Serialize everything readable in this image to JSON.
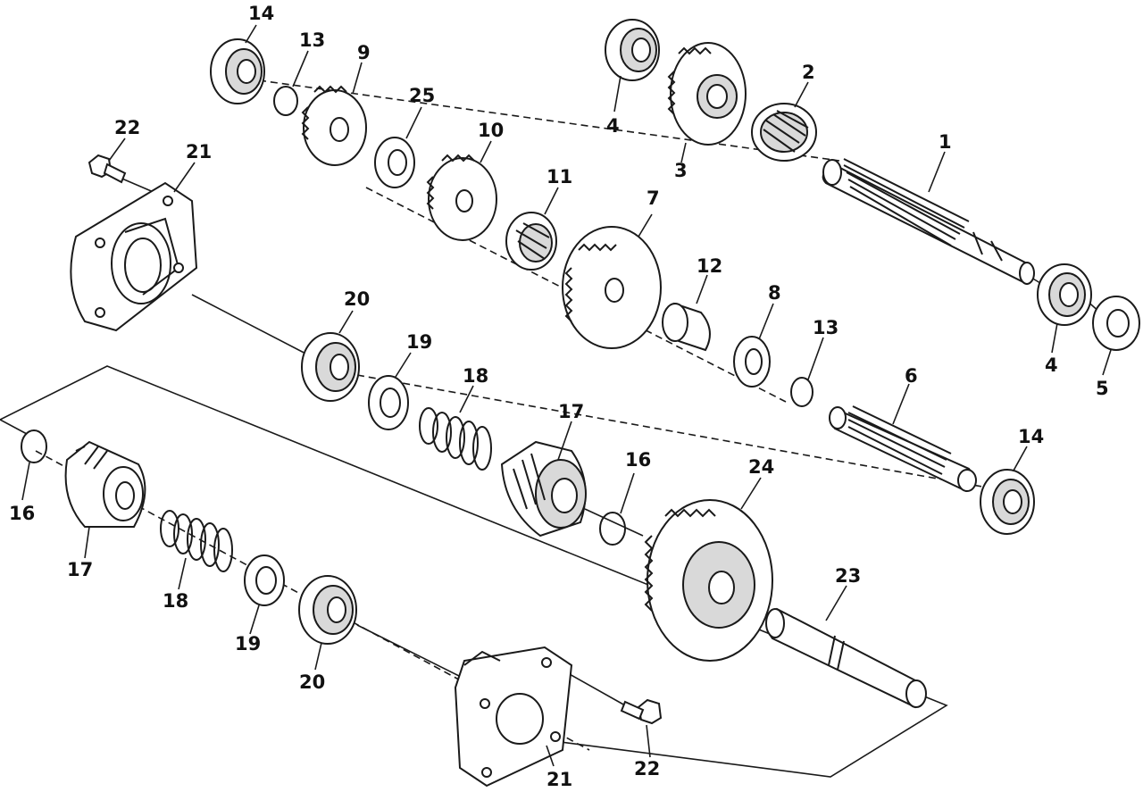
{
  "diagram": {
    "callouts": [
      {
        "id": "c1",
        "label": "1"
      },
      {
        "id": "c2",
        "label": "2"
      },
      {
        "id": "c3",
        "label": "3"
      },
      {
        "id": "c4a",
        "label": "4"
      },
      {
        "id": "c4b",
        "label": "4"
      },
      {
        "id": "c5",
        "label": "5"
      },
      {
        "id": "c6",
        "label": "6"
      },
      {
        "id": "c7",
        "label": "7"
      },
      {
        "id": "c8",
        "label": "8"
      },
      {
        "id": "c9",
        "label": "9"
      },
      {
        "id": "c10",
        "label": "10"
      },
      {
        "id": "c11",
        "label": "11"
      },
      {
        "id": "c12",
        "label": "12"
      },
      {
        "id": "c13a",
        "label": "13"
      },
      {
        "id": "c13b",
        "label": "13"
      },
      {
        "id": "c14a",
        "label": "14"
      },
      {
        "id": "c14b",
        "label": "14"
      },
      {
        "id": "c16a",
        "label": "16"
      },
      {
        "id": "c16b",
        "label": "16"
      },
      {
        "id": "c17a",
        "label": "17"
      },
      {
        "id": "c17b",
        "label": "17"
      },
      {
        "id": "c18a",
        "label": "18"
      },
      {
        "id": "c18b",
        "label": "18"
      },
      {
        "id": "c19a",
        "label": "19"
      },
      {
        "id": "c19b",
        "label": "19"
      },
      {
        "id": "c20a",
        "label": "20"
      },
      {
        "id": "c20b",
        "label": "20"
      },
      {
        "id": "c21a",
        "label": "21"
      },
      {
        "id": "c21b",
        "label": "21"
      },
      {
        "id": "c22a",
        "label": "22"
      },
      {
        "id": "c22b",
        "label": "22"
      },
      {
        "id": "c23",
        "label": "23"
      },
      {
        "id": "c24",
        "label": "24"
      },
      {
        "id": "c25",
        "label": "25"
      }
    ]
  }
}
